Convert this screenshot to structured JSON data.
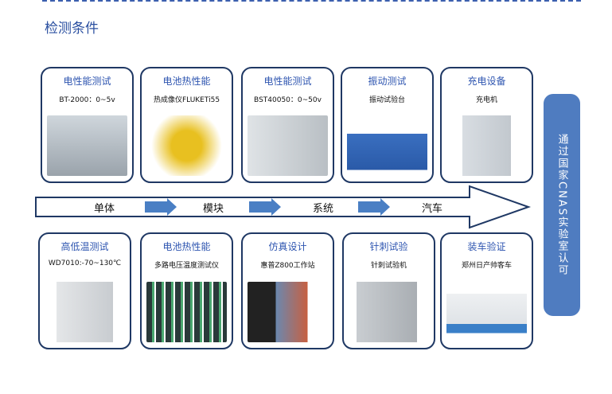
{
  "header": {
    "title": "检测条件"
  },
  "top_cards": [
    {
      "title": "电性能测试",
      "subtitle": "BT-2000：0~5v"
    },
    {
      "title": "电池热性能",
      "subtitle": "热成像仪FLUKETi55"
    },
    {
      "title": "电性能测试",
      "subtitle": "BST40050：0~50v"
    },
    {
      "title": "振动测试",
      "subtitle": "振动试验台"
    },
    {
      "title": "充电设备",
      "subtitle": "充电机"
    }
  ],
  "bottom_cards": [
    {
      "title": "高低温测试",
      "subtitle": "WD7010:-70~130℃"
    },
    {
      "title": "电池热性能",
      "subtitle": "多路电压温度测试仪"
    },
    {
      "title": "仿真设计",
      "subtitle": "惠普Z800工作站"
    },
    {
      "title": "针刺试验",
      "subtitle": "针刺试验机"
    },
    {
      "title": "装车验证",
      "subtitle": "郑州日产帅客车"
    }
  ],
  "stages": [
    "单体",
    "模块",
    "系统",
    "汽车"
  ],
  "certification": "通过国家CNAS实验室认可",
  "colors": {
    "accent": "#2a4fa0",
    "border": "#1f3864",
    "pill": "#4f7cc0",
    "small_arrow": "#4a7fc4"
  }
}
